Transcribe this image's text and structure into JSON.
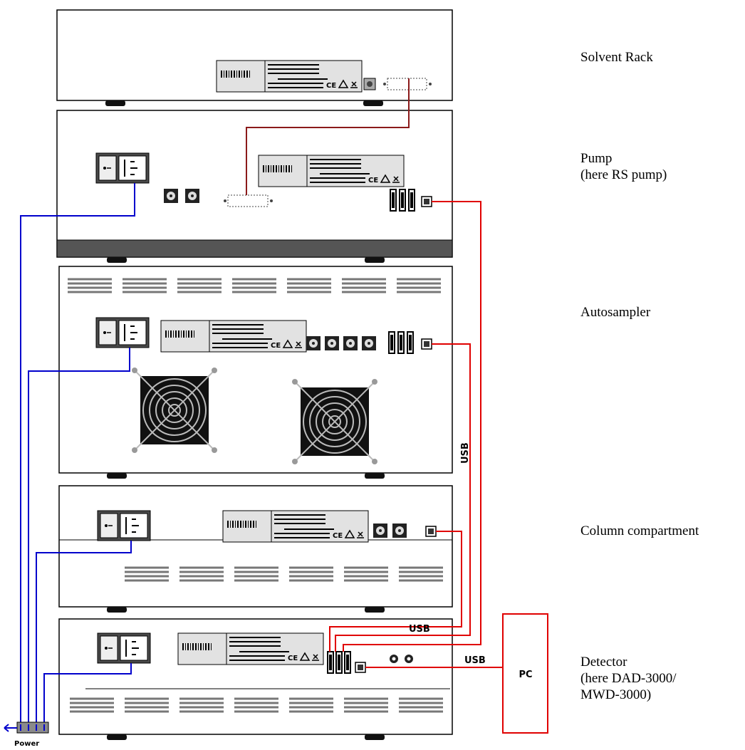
{
  "modules": [
    {
      "name_lines": [
        "Solvent Rack"
      ]
    },
    {
      "name_lines": [
        "Pump",
        "(here RS pump)"
      ]
    },
    {
      "name_lines": [
        "Autosampler"
      ]
    },
    {
      "name_lines": [
        "Column compartment"
      ]
    },
    {
      "name_lines": [
        "Detector",
        "(here DAD-3000/",
        "MWD-3000)"
      ]
    }
  ],
  "connections": {
    "usb_label_vertical": "USB",
    "usb_label_hub": "USB",
    "usb_label_detector_pc": "USB",
    "pc_label": "PC",
    "power_label": "Power"
  },
  "colors": {
    "usb_cable": "#e00000",
    "power_cable": "#0000cc",
    "serial_cable": "#8b1a1a",
    "device_outline": "#000000",
    "base_strip": "#555555"
  }
}
